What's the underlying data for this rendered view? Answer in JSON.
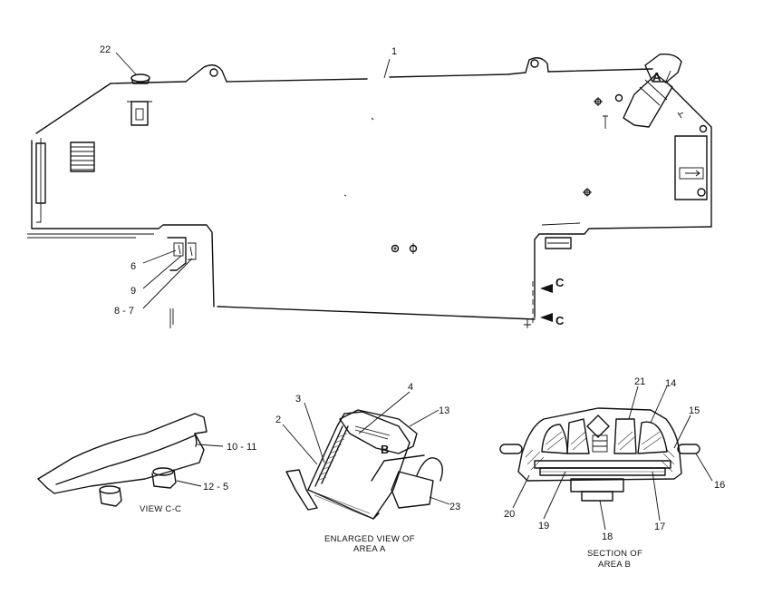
{
  "callouts": {
    "c1": "1",
    "c2": "2",
    "c3": "3",
    "c4": "4",
    "c6": "6",
    "c9": "9",
    "c8_7": "8 - 7",
    "c10_11": "10 - 11",
    "c12_5": "12 - 5",
    "c13": "13",
    "c14": "14",
    "c15": "15",
    "c16": "16",
    "c17": "17",
    "c18": "18",
    "c19": "19",
    "c20": "20",
    "c21": "21",
    "c22": "22",
    "c23": "23"
  },
  "markers": {
    "area_a": "A",
    "area_b": "B",
    "view_c_top": "C",
    "view_c_bottom": "C"
  },
  "captions": {
    "view_cc": "VIEW C-C",
    "enlarged_line1": "ENLARGED VIEW OF",
    "enlarged_line2": "AREA A",
    "section_line1": "SECTION OF",
    "section_line2": "AREA B"
  }
}
